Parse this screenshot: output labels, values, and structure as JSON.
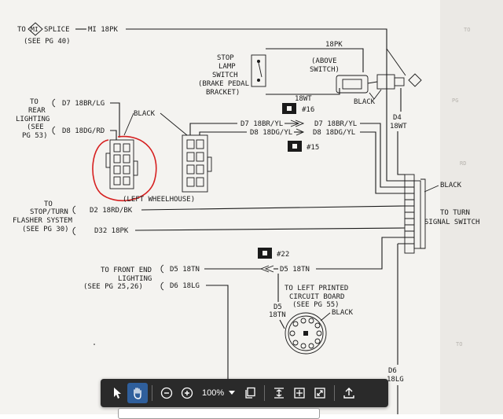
{
  "labels": {
    "to_mi_splice_to": "TO",
    "to_mi_splice_mi": "MI",
    "to_mi_splice_splice": "SPLICE",
    "see_pg_40": "(SEE PG 40)",
    "mi_18pk": "MI 18PK",
    "stop_lamp_1": "STOP",
    "stop_lamp_2": "LAMP",
    "stop_lamp_3": "SWITCH",
    "stop_lamp_4": "(BRAKE PEDAL",
    "stop_lamp_5": "BRACKET)",
    "above_switch_1": "(ABOVE",
    "above_switch_2": "SWITCH)",
    "wire_18pk": "18PK",
    "wire_18wt": "18WT",
    "black_switch": "BLACK",
    "to_rear_1": "TO",
    "to_rear_2": "REAR",
    "to_rear_3": "LIGHTING",
    "to_rear_4": "(SEE",
    "to_rear_5": "PG 53)",
    "d7_left": "D7 18BR/LG",
    "d8_left": "D8 18DG/RD",
    "black_conn": "BLACK",
    "d7_mid": "D7 18BR/YL",
    "d8_mid": "D8 18DG/YL",
    "d7_right": "D7 18BR/YL",
    "d8_right": "D8 18DG/YL",
    "badge_16": "#16",
    "badge_15": "#15",
    "badge_22": "#22",
    "d4": "D4",
    "d4_18wt": "18WT",
    "left_wheelhouse": "(LEFT WHEELHOUSE)",
    "black_right": "BLACK",
    "to_turn_1": "TO TURN",
    "to_turn_2": "SIGNAL SWITCH",
    "to_stop_1": "TO",
    "to_stop_2": "STOP/TURN",
    "to_stop_3": "FLASHER SYSTEM",
    "to_stop_4": "(SEE PG 30)",
    "d2": "D2 18RD/BK",
    "d32": "D32 18PK",
    "to_front_1": "TO FRONT END",
    "to_front_2": "LIGHTING",
    "to_front_3": "(SEE PG 25,26)",
    "d5_left": "D5 18TN",
    "d5_right": "D5 18TN",
    "d6_left": "D6 18LG",
    "to_left_1": "TO LEFT PRINTED",
    "to_left_2": "CIRCUIT BOARD",
    "to_left_3": "(SEE PG 55)",
    "d5_vert_1": "D5",
    "d5_vert_2": "18TN",
    "black_circuit": "BLACK",
    "d6_1": "D6",
    "d6_2": "18LG"
  },
  "toolbar": {
    "zoom_value": "100%"
  },
  "colors": {
    "annotation": "#d62020",
    "toolbar_bg": "#2a2a2a",
    "toolbar_active": "#2f5f9c"
  }
}
